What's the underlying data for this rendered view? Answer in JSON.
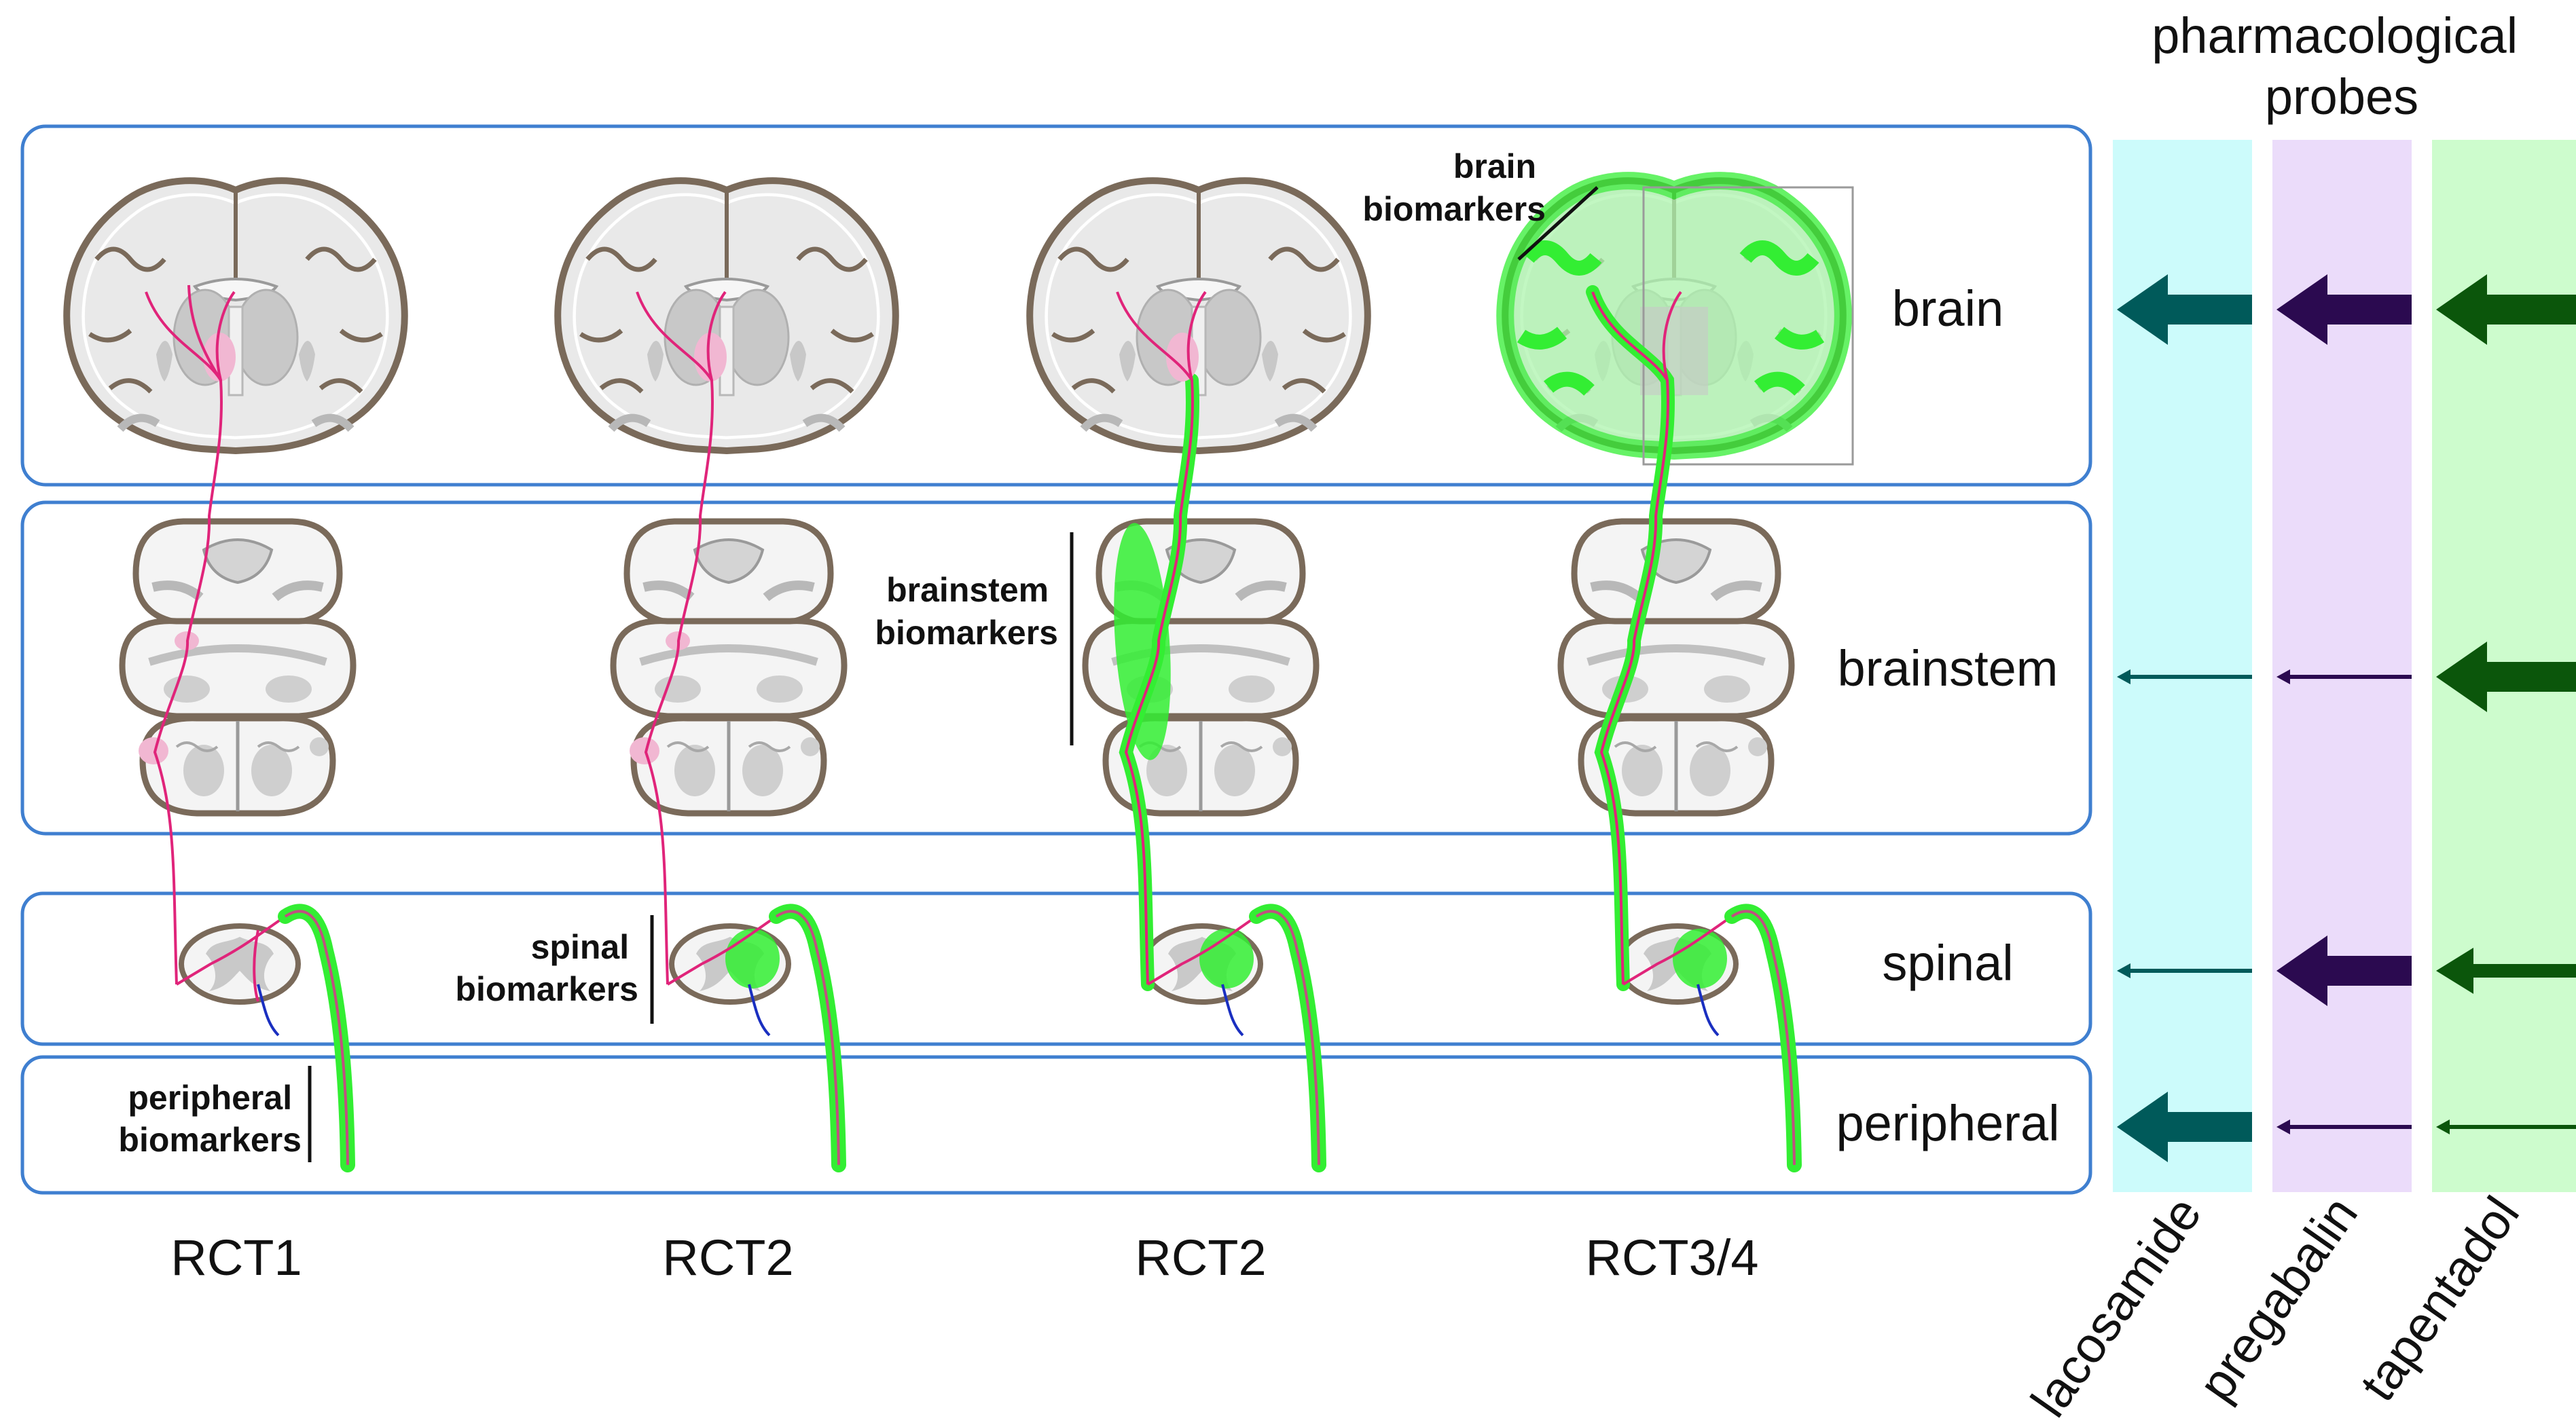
{
  "header": {
    "probes_title_line1": "pharmacological",
    "probes_title_line2": "probes"
  },
  "levels": [
    {
      "key": "brain",
      "label": "brain"
    },
    {
      "key": "brainstem",
      "label": "brainstem"
    },
    {
      "key": "spinal",
      "label": "spinal"
    },
    {
      "key": "peripheral",
      "label": "peripheral"
    }
  ],
  "biomarkers": {
    "brain_line1": "brain",
    "brain_line2": "biomarkers",
    "brainstem_line1": "brainstem",
    "brainstem_line2": "biomarkers",
    "spinal_line1": "spinal",
    "spinal_line2": "biomarkers",
    "peripheral_line1": "peripheral",
    "peripheral_line2": "biomarkers"
  },
  "trials": [
    "RCT1",
    "RCT2",
    "RCT2",
    "RCT3/4"
  ],
  "probes": [
    {
      "name": "lacosamide",
      "band_color": "#ccfbfb",
      "arrow_color": "#005a5a",
      "effect": {
        "brain": "strong",
        "brainstem": "weak",
        "spinal": "weak",
        "peripheral": "strong"
      }
    },
    {
      "name": "pregabalin",
      "band_color": "#ebdcfa",
      "arrow_color": "#2b0a50",
      "effect": {
        "brain": "strong",
        "brainstem": "weak",
        "spinal": "strong",
        "peripheral": "weak"
      }
    },
    {
      "name": "tapentadol",
      "band_color": "#cdfccd",
      "arrow_color": "#0b560b",
      "effect": {
        "brain": "strong",
        "brainstem": "strong",
        "spinal": "medium",
        "peripheral": "weak"
      }
    }
  ],
  "colors": {
    "panel_border": "#3f7fd0",
    "pathway_pink": "#e0247a",
    "pathway_blue": "#1a2fc0",
    "highlight_green": "#33ee33",
    "tissue_gray": "#c8c8c8",
    "tissue_outline": "#7a6a5a"
  }
}
